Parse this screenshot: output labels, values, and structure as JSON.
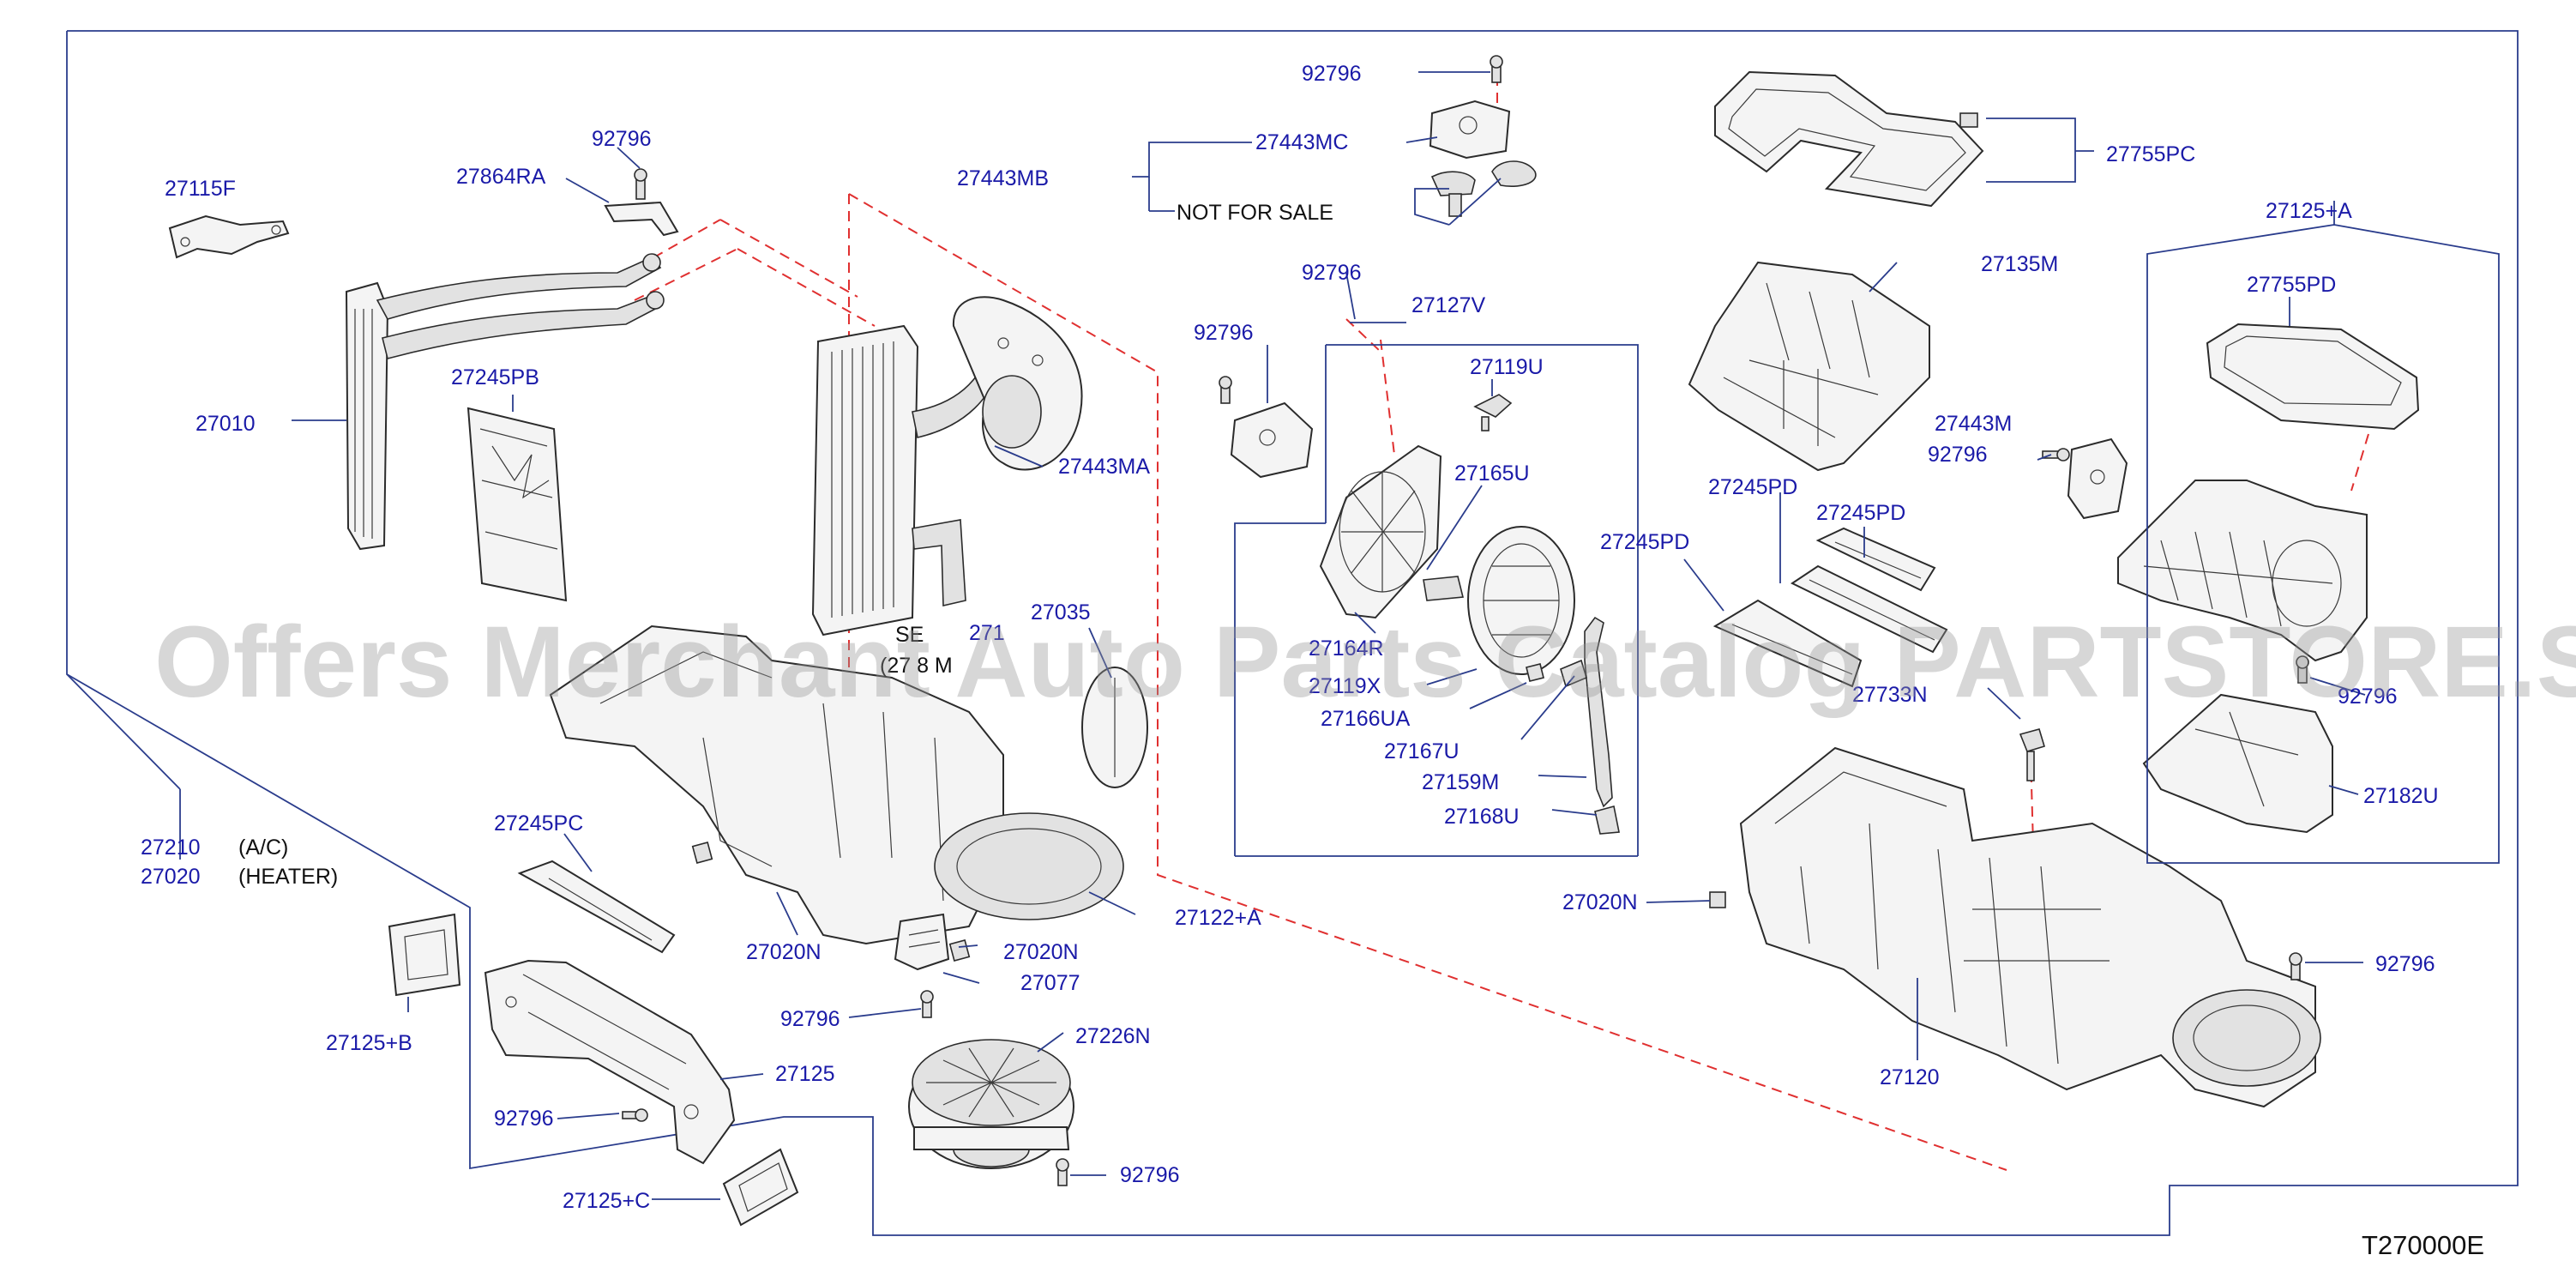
{
  "diagram": {
    "reference": "T270000E",
    "watermark": "Offers Merchant Auto Parts Catalog PARTSTORE.SA",
    "labels": {
      "p27115F": "27115F",
      "p27864RA": "27864RA",
      "p92796_a": "92796",
      "p27010": "27010",
      "p27245PB": "27245PB",
      "p27443MB": "27443MB",
      "p27443MC": "27443MC",
      "not_for_sale": "NOT   FOR   SALE",
      "p92796_top": "92796",
      "p27443MA": "27443MA",
      "p27035": "27035",
      "p271_partial": "271",
      "sec_partial": "SE",
      "sec_partial2": "(27  8  M",
      "p27210": "27210",
      "ac": "(A/C)",
      "p27020": "27020",
      "heater": "(HEATER)",
      "p27245PC": "27245PC",
      "p27020N_a": "27020N",
      "p27122A": "27122+A",
      "p27020N_b": "27020N",
      "p27077": "27077",
      "p92796_b": "92796",
      "p27226N": "27226N",
      "p27125B": "27125+B",
      "p27125": "27125",
      "p92796_c": "92796",
      "p92796_d": "92796",
      "p27125C": "27125+C",
      "p92796_e": "92796",
      "p92796_f": "92796",
      "p27127V": "27127V",
      "p27119U": "27119U",
      "p27165U": "27165U",
      "p27164R": "27164R",
      "p27119X": "27119X",
      "p27166UA": "27166UA",
      "p27167U": "27167U",
      "p27159M": "27159M",
      "p27168U": "27168U",
      "p27245PD_a": "27245PD",
      "p27755PC": "27755PC",
      "p27135M": "27135M",
      "p27245PD_b": "27245PD",
      "p27245PD_c": "27245PD",
      "p27733N": "27733N",
      "p27020N_c": "27020N",
      "p27120": "27120",
      "p92796_g": "92796",
      "p27125A": "27125+A",
      "p27755PD": "27755PD",
      "p27443M": "27443M",
      "p92796_h": "92796",
      "p92796_i": "92796",
      "p27182U": "27182U"
    }
  }
}
